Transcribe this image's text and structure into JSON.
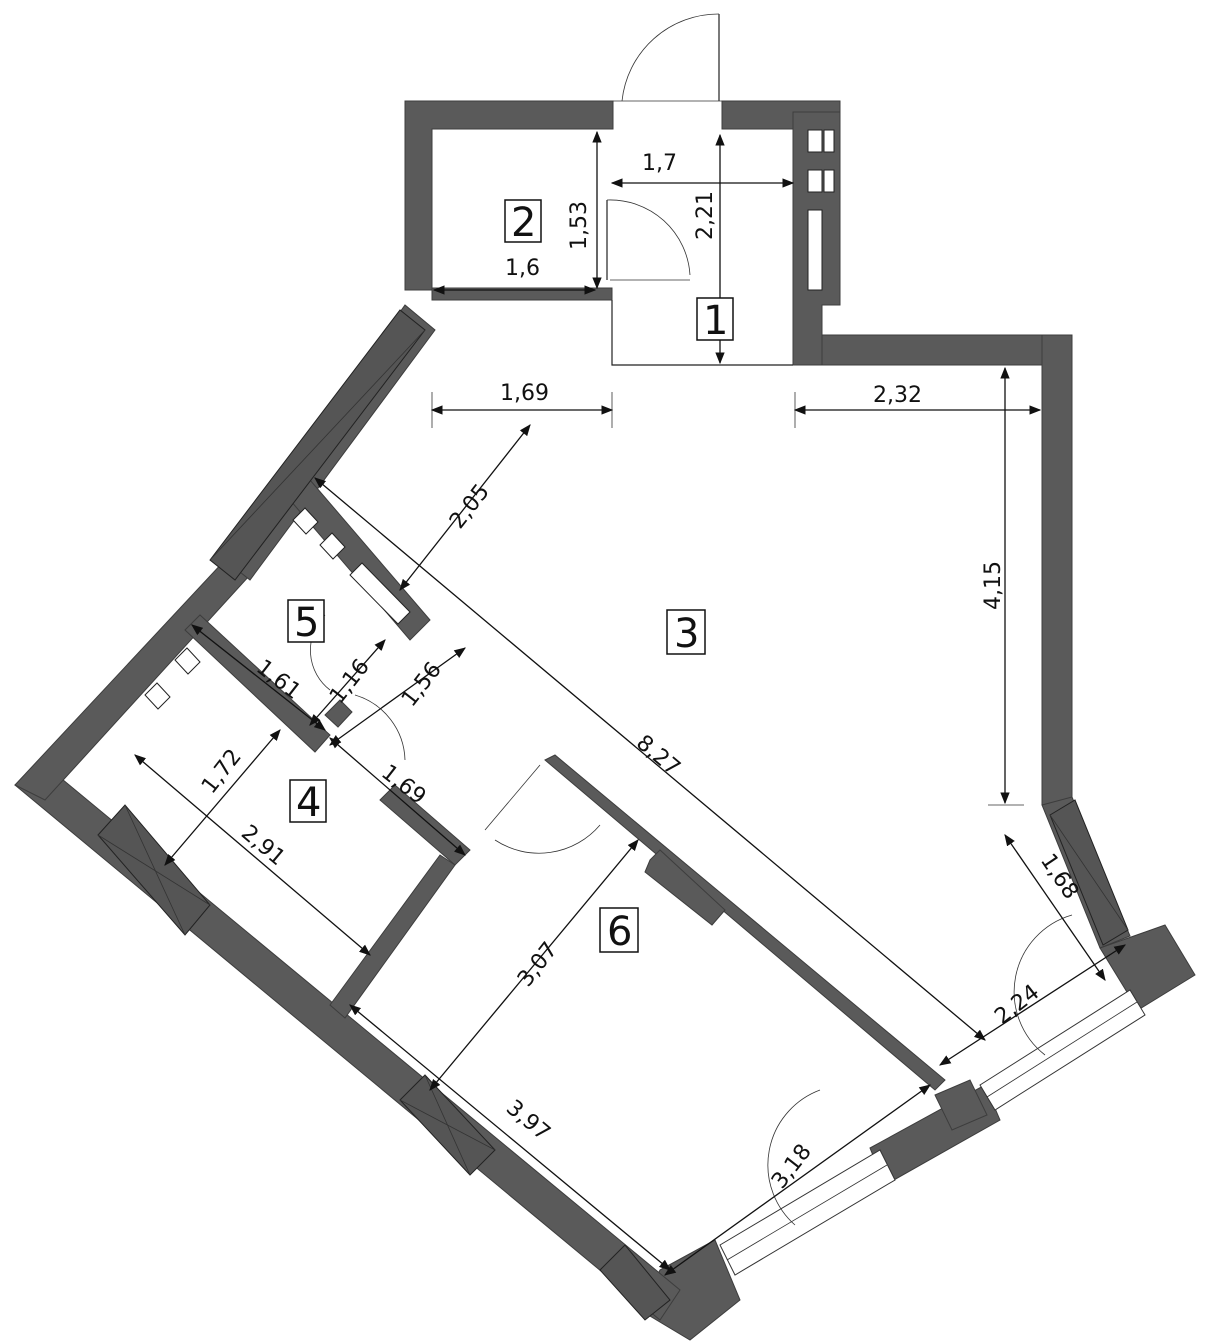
{
  "plan": {
    "rooms": [
      {
        "id": "1",
        "label": "1"
      },
      {
        "id": "2",
        "label": "2"
      },
      {
        "id": "3",
        "label": "3"
      },
      {
        "id": "4",
        "label": "4"
      },
      {
        "id": "5",
        "label": "5"
      },
      {
        "id": "6",
        "label": "6"
      }
    ],
    "dimensions": {
      "d_1_7": "1,7",
      "d_2_21": "2,21",
      "d_1_53": "1,53",
      "d_1_6": "1,6",
      "d_1_69_top": "1,69",
      "d_2_32": "2,32",
      "d_2_05": "2,05",
      "d_4_15": "4,15",
      "d_1_61": "1,61",
      "d_1_16": "1,16",
      "d_1_56": "1,56",
      "d_1_69_mid": "1,69",
      "d_8_27": "8,27",
      "d_1_72": "1,72",
      "d_2_91": "2,91",
      "d_3_07": "3,07",
      "d_1_68": "1,68",
      "d_2_24": "2,24",
      "d_3_97": "3,97",
      "d_3_18": "3,18"
    }
  }
}
